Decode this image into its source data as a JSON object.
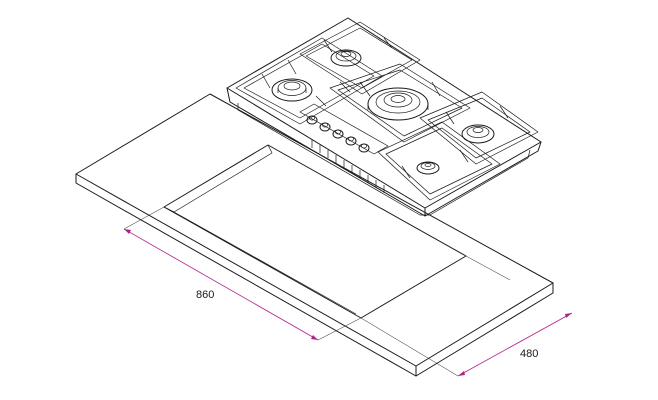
{
  "dimensions": {
    "width_label": "860",
    "depth_label": "480"
  },
  "colors": {
    "dimension_line": "#b0208a",
    "drawing_line": "#1a1a1a"
  },
  "hob": {
    "burner_count": 5,
    "control_knob_count": 5
  }
}
